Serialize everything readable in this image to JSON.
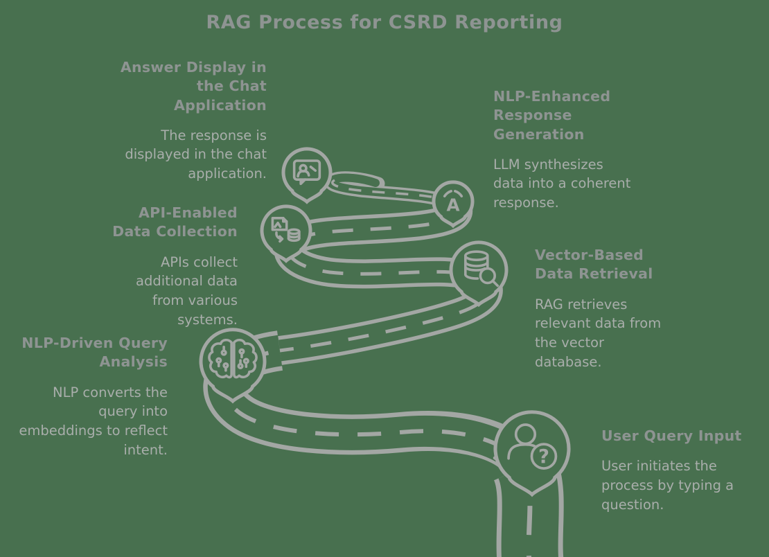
{
  "title": "RAG Process for CSRD Reporting",
  "colors": {
    "background": "#48704f",
    "heading": "#8e9492",
    "body": "#a9aeab",
    "line": "#a3a7a4"
  },
  "icons": {
    "question_glyph": "?",
    "letter_a_glyph": "A"
  },
  "steps": [
    {
      "id": "user-query-input",
      "title": "User Query Input",
      "description": "User initiates the process by typing a question.",
      "icon": "user-question-icon"
    },
    {
      "id": "nlp-driven-query-analysis",
      "title": "NLP-Driven Query Analysis",
      "description": "NLP converts the query into embeddings to reflect intent.",
      "icon": "brain-icon"
    },
    {
      "id": "vector-based-data-retrieval",
      "title": "Vector-Based Data Retrieval",
      "description": "RAG retrieves relevant data from the vector database.",
      "icon": "database-search-icon"
    },
    {
      "id": "api-enabled-data-collection",
      "title": "API-Enabled Data Collection",
      "description": "APIs collect additional data from various systems.",
      "icon": "file-transfer-icon"
    },
    {
      "id": "nlp-enhanced-response-generation",
      "title": "NLP-Enhanced Response Generation",
      "description": "LLM synthesizes data into a coherent response.",
      "icon": "language-a-icon"
    },
    {
      "id": "answer-display-in-the-chat-application",
      "title": "Answer Display in the Chat Application",
      "description": "The response is displayed in the chat application.",
      "icon": "chat-display-icon"
    }
  ]
}
